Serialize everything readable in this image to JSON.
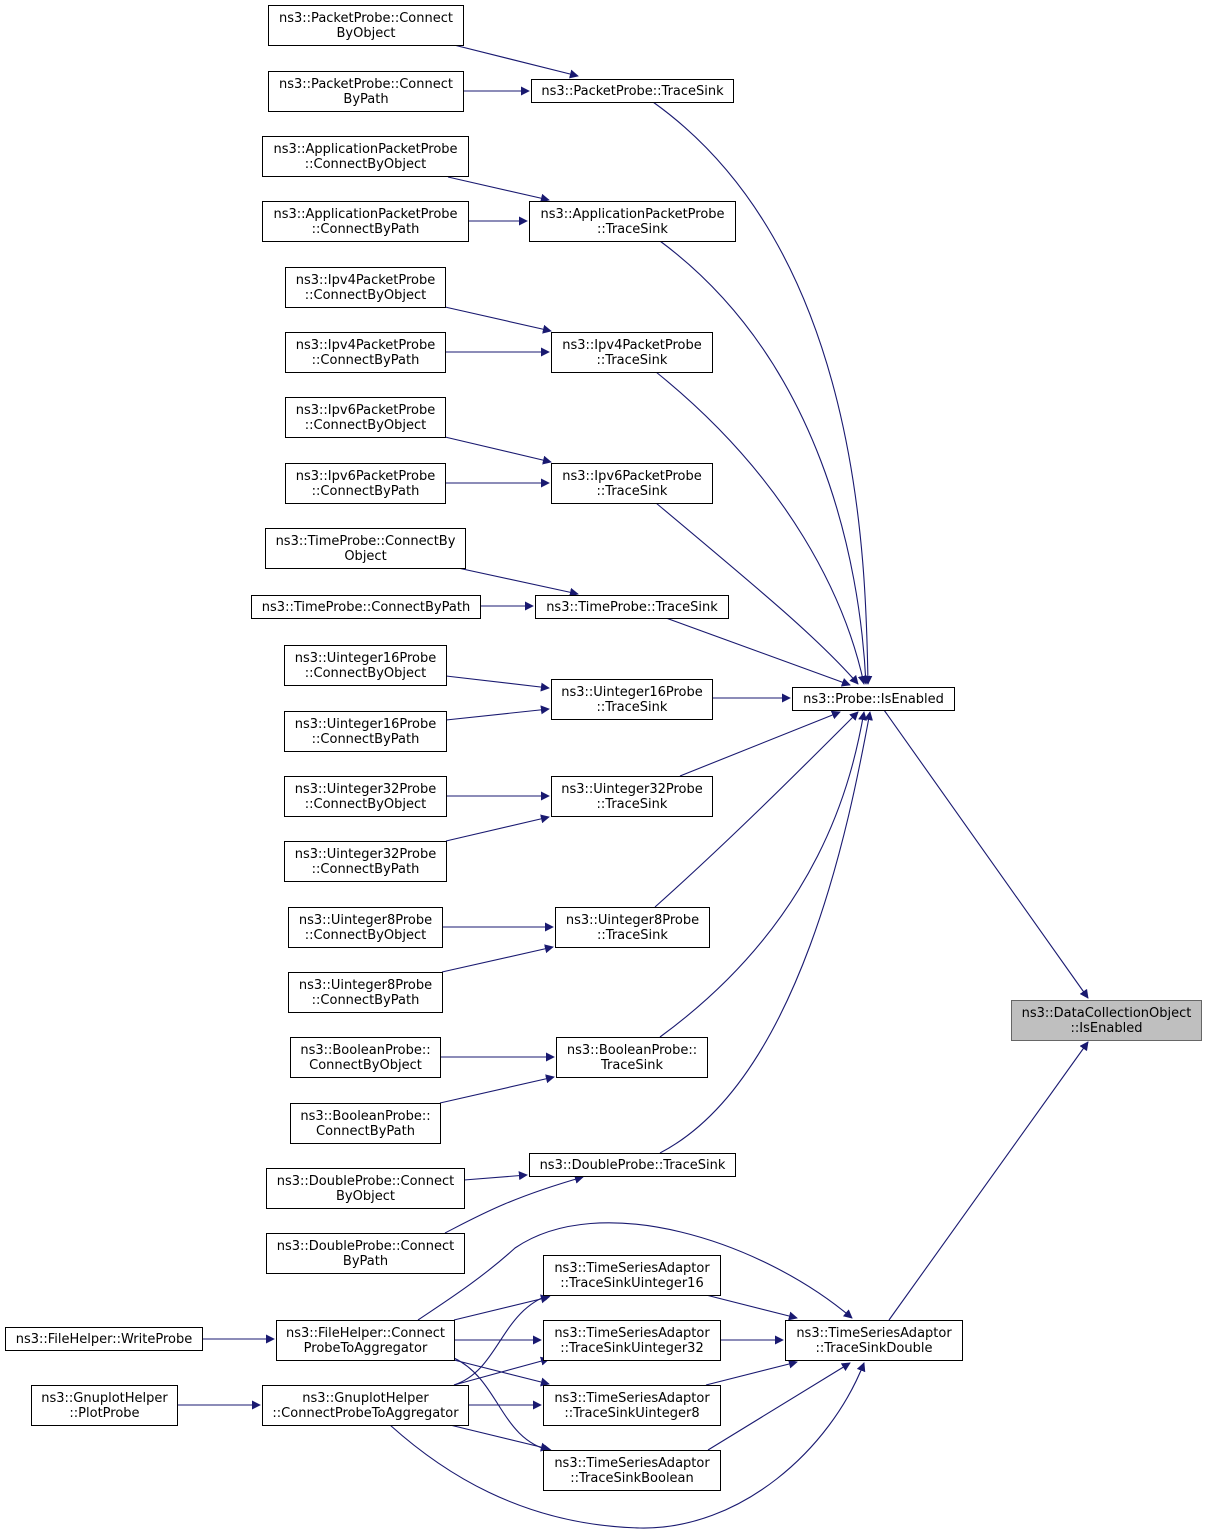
{
  "graph": {
    "colors": {
      "edge": "#191970",
      "node_border": "#000000",
      "target_fill": "#bfbfbf",
      "target_border": "#666666"
    },
    "nodes": [
      {
        "id": "packetprobe_connectbyobject",
        "lines": [
          "ns3::PacketProbe::Connect",
          "ByObject"
        ]
      },
      {
        "id": "packetprobe_connectbypath",
        "lines": [
          "ns3::PacketProbe::Connect",
          "ByPath"
        ]
      },
      {
        "id": "packetprobe_tracesink",
        "lines": [
          "ns3::PacketProbe::TraceSink"
        ]
      },
      {
        "id": "apppacketprobe_connectbyobject",
        "lines": [
          "ns3::ApplicationPacketProbe",
          "::ConnectByObject"
        ]
      },
      {
        "id": "apppacketprobe_connectbypath",
        "lines": [
          "ns3::ApplicationPacketProbe",
          "::ConnectByPath"
        ]
      },
      {
        "id": "apppacketprobe_tracesink",
        "lines": [
          "ns3::ApplicationPacketProbe",
          "::TraceSink"
        ]
      },
      {
        "id": "ipv4_connectbyobject",
        "lines": [
          "ns3::Ipv4PacketProbe",
          "::ConnectByObject"
        ]
      },
      {
        "id": "ipv4_connectbypath",
        "lines": [
          "ns3::Ipv4PacketProbe",
          "::ConnectByPath"
        ]
      },
      {
        "id": "ipv4_tracesink",
        "lines": [
          "ns3::Ipv4PacketProbe",
          "::TraceSink"
        ]
      },
      {
        "id": "ipv6_connectbyobject",
        "lines": [
          "ns3::Ipv6PacketProbe",
          "::ConnectByObject"
        ]
      },
      {
        "id": "ipv6_connectbypath",
        "lines": [
          "ns3::Ipv6PacketProbe",
          "::ConnectByPath"
        ]
      },
      {
        "id": "ipv6_tracesink",
        "lines": [
          "ns3::Ipv6PacketProbe",
          "::TraceSink"
        ]
      },
      {
        "id": "timeprobe_connectbyobject",
        "lines": [
          "ns3::TimeProbe::ConnectBy",
          "Object"
        ]
      },
      {
        "id": "timeprobe_connectbypath",
        "lines": [
          "ns3::TimeProbe::ConnectByPath"
        ]
      },
      {
        "id": "timeprobe_tracesink",
        "lines": [
          "ns3::TimeProbe::TraceSink"
        ]
      },
      {
        "id": "u16_connectbyobject",
        "lines": [
          "ns3::Uinteger16Probe",
          "::ConnectByObject"
        ]
      },
      {
        "id": "u16_connectbypath",
        "lines": [
          "ns3::Uinteger16Probe",
          "::ConnectByPath"
        ]
      },
      {
        "id": "u16_tracesink",
        "lines": [
          "ns3::Uinteger16Probe",
          "::TraceSink"
        ]
      },
      {
        "id": "probe_isenabled",
        "lines": [
          "ns3::Probe::IsEnabled"
        ]
      },
      {
        "id": "u32_connectbyobject",
        "lines": [
          "ns3::Uinteger32Probe",
          "::ConnectByObject"
        ]
      },
      {
        "id": "u32_tracesink",
        "lines": [
          "ns3::Uinteger32Probe",
          "::TraceSink"
        ]
      },
      {
        "id": "u32_connectbypath",
        "lines": [
          "ns3::Uinteger32Probe",
          "::ConnectByPath"
        ]
      },
      {
        "id": "u8_connectbyobject",
        "lines": [
          "ns3::Uinteger8Probe",
          "::ConnectByObject"
        ]
      },
      {
        "id": "u8_tracesink",
        "lines": [
          "ns3::Uinteger8Probe",
          "::TraceSink"
        ]
      },
      {
        "id": "u8_connectbypath",
        "lines": [
          "ns3::Uinteger8Probe",
          "::ConnectByPath"
        ]
      },
      {
        "id": "datacollection_isenabled",
        "lines": [
          "ns3::DataCollectionObject",
          "::IsEnabled"
        ],
        "target": true
      },
      {
        "id": "bool_connectbyobject",
        "lines": [
          "ns3::BooleanProbe::",
          "ConnectByObject"
        ]
      },
      {
        "id": "bool_tracesink",
        "lines": [
          "ns3::BooleanProbe::",
          "TraceSink"
        ]
      },
      {
        "id": "bool_connectbypath",
        "lines": [
          "ns3::BooleanProbe::",
          "ConnectByPath"
        ]
      },
      {
        "id": "double_tracesink",
        "lines": [
          "ns3::DoubleProbe::TraceSink"
        ]
      },
      {
        "id": "double_connectbyobject",
        "lines": [
          "ns3::DoubleProbe::Connect",
          "ByObject"
        ]
      },
      {
        "id": "double_connectbypath",
        "lines": [
          "ns3::DoubleProbe::Connect",
          "ByPath"
        ]
      },
      {
        "id": "tsa_u16",
        "lines": [
          "ns3::TimeSeriesAdaptor",
          "::TraceSinkUinteger16"
        ]
      },
      {
        "id": "filehelper_writeprobe",
        "lines": [
          "ns3::FileHelper::WriteProbe"
        ]
      },
      {
        "id": "filehelper_connect",
        "lines": [
          "ns3::FileHelper::Connect",
          "ProbeToAggregator"
        ]
      },
      {
        "id": "tsa_u32",
        "lines": [
          "ns3::TimeSeriesAdaptor",
          "::TraceSinkUinteger32"
        ]
      },
      {
        "id": "tsa_double",
        "lines": [
          "ns3::TimeSeriesAdaptor",
          "::TraceSinkDouble"
        ]
      },
      {
        "id": "gnuplot_plotprobe",
        "lines": [
          "ns3::GnuplotHelper",
          "::PlotProbe"
        ]
      },
      {
        "id": "gnuplot_connect",
        "lines": [
          "ns3::GnuplotHelper",
          "::ConnectProbeToAggregator"
        ]
      },
      {
        "id": "tsa_u8",
        "lines": [
          "ns3::TimeSeriesAdaptor",
          "::TraceSinkUinteger8"
        ]
      },
      {
        "id": "tsa_bool",
        "lines": [
          "ns3::TimeSeriesAdaptor",
          "::TraceSinkBoolean"
        ]
      }
    ],
    "edges": [
      {
        "from": "packetprobe_connectbyobject",
        "to": "packetprobe_tracesink"
      },
      {
        "from": "packetprobe_connectbypath",
        "to": "packetprobe_tracesink"
      },
      {
        "from": "packetprobe_tracesink",
        "to": "probe_isenabled"
      },
      {
        "from": "apppacketprobe_connectbyobject",
        "to": "apppacketprobe_tracesink"
      },
      {
        "from": "apppacketprobe_connectbypath",
        "to": "apppacketprobe_tracesink"
      },
      {
        "from": "apppacketprobe_tracesink",
        "to": "probe_isenabled"
      },
      {
        "from": "ipv4_connectbyobject",
        "to": "ipv4_tracesink"
      },
      {
        "from": "ipv4_connectbypath",
        "to": "ipv4_tracesink"
      },
      {
        "from": "ipv4_tracesink",
        "to": "probe_isenabled"
      },
      {
        "from": "ipv6_connectbyobject",
        "to": "ipv6_tracesink"
      },
      {
        "from": "ipv6_connectbypath",
        "to": "ipv6_tracesink"
      },
      {
        "from": "ipv6_tracesink",
        "to": "probe_isenabled"
      },
      {
        "from": "timeprobe_connectbyobject",
        "to": "timeprobe_tracesink"
      },
      {
        "from": "timeprobe_connectbypath",
        "to": "timeprobe_tracesink"
      },
      {
        "from": "timeprobe_tracesink",
        "to": "probe_isenabled"
      },
      {
        "from": "u16_connectbyobject",
        "to": "u16_tracesink"
      },
      {
        "from": "u16_connectbypath",
        "to": "u16_tracesink"
      },
      {
        "from": "u16_tracesink",
        "to": "probe_isenabled"
      },
      {
        "from": "u32_connectbyobject",
        "to": "u32_tracesink"
      },
      {
        "from": "u32_connectbypath",
        "to": "u32_tracesink"
      },
      {
        "from": "u32_tracesink",
        "to": "probe_isenabled"
      },
      {
        "from": "u8_connectbyobject",
        "to": "u8_tracesink"
      },
      {
        "from": "u8_connectbypath",
        "to": "u8_tracesink"
      },
      {
        "from": "u8_tracesink",
        "to": "probe_isenabled"
      },
      {
        "from": "bool_connectbyobject",
        "to": "bool_tracesink"
      },
      {
        "from": "bool_connectbypath",
        "to": "bool_tracesink"
      },
      {
        "from": "bool_tracesink",
        "to": "probe_isenabled"
      },
      {
        "from": "double_connectbyobject",
        "to": "double_tracesink"
      },
      {
        "from": "double_connectbypath",
        "to": "double_tracesink"
      },
      {
        "from": "double_tracesink",
        "to": "probe_isenabled"
      },
      {
        "from": "probe_isenabled",
        "to": "datacollection_isenabled"
      },
      {
        "from": "tsa_double",
        "to": "datacollection_isenabled"
      },
      {
        "from": "tsa_u16",
        "to": "tsa_double"
      },
      {
        "from": "tsa_u32",
        "to": "tsa_double"
      },
      {
        "from": "tsa_u8",
        "to": "tsa_double"
      },
      {
        "from": "tsa_bool",
        "to": "tsa_double"
      },
      {
        "from": "filehelper_connect",
        "to": "tsa_double"
      },
      {
        "from": "gnuplot_connect",
        "to": "tsa_double"
      },
      {
        "from": "filehelper_connect",
        "to": "tsa_u16"
      },
      {
        "from": "filehelper_connect",
        "to": "tsa_u32"
      },
      {
        "from": "filehelper_connect",
        "to": "tsa_u8"
      },
      {
        "from": "filehelper_connect",
        "to": "tsa_bool"
      },
      {
        "from": "gnuplot_connect",
        "to": "tsa_u16"
      },
      {
        "from": "gnuplot_connect",
        "to": "tsa_u32"
      },
      {
        "from": "gnuplot_connect",
        "to": "tsa_u8"
      },
      {
        "from": "gnuplot_connect",
        "to": "tsa_bool"
      },
      {
        "from": "filehelper_writeprobe",
        "to": "filehelper_connect"
      },
      {
        "from": "gnuplot_plotprobe",
        "to": "gnuplot_connect"
      }
    ]
  }
}
